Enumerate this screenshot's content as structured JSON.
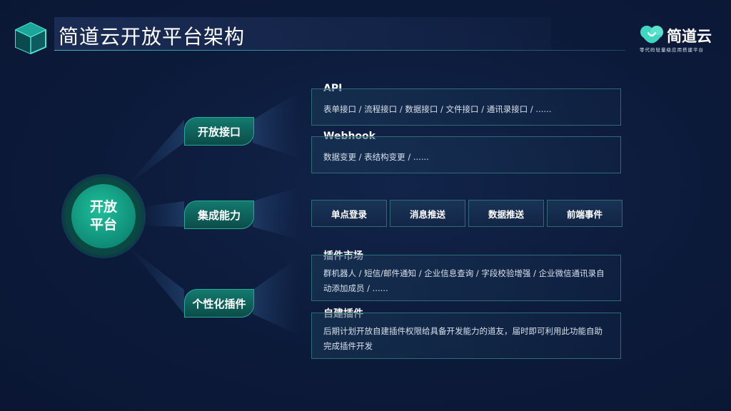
{
  "header": {
    "title": "简道云开放平台架构",
    "icon": "cube-icon"
  },
  "logo": {
    "name": "简道云",
    "tagline": "零代码轻量级应用搭建平台",
    "colors": {
      "mark": "#3fd7c0"
    }
  },
  "hub": {
    "label": "开放平台"
  },
  "branches": [
    {
      "label": "开放接口"
    },
    {
      "label": "集成能力"
    },
    {
      "label": "个性化插件"
    }
  ],
  "open_api": {
    "api": {
      "title": "API",
      "desc": "表单接口 / 流程接口 / 数据接口 / 文件接口 / 通讯录接口 / ......"
    },
    "webhook": {
      "title": "Webhook",
      "desc": "数据变更 / 表结构变更 / ......"
    }
  },
  "integration": {
    "items": [
      "单点登录",
      "消息推送",
      "数据推送",
      "前端事件"
    ]
  },
  "plugins": {
    "market": {
      "title": "插件市场",
      "desc": "群机器人 / 短信/邮件通知 / 企业信息查询 / 字段校验增强 / 企业微信通讯录自动添加成员 / ......"
    },
    "custom": {
      "title": "自建插件",
      "desc": "后期计划开放自建插件权限给具备开发能力的道友，届时即可利用此功能自助完成插件开发"
    }
  },
  "colors": {
    "background": "#0c1a3a",
    "accent": "#1fbf9a",
    "border": "#2c6d73"
  }
}
